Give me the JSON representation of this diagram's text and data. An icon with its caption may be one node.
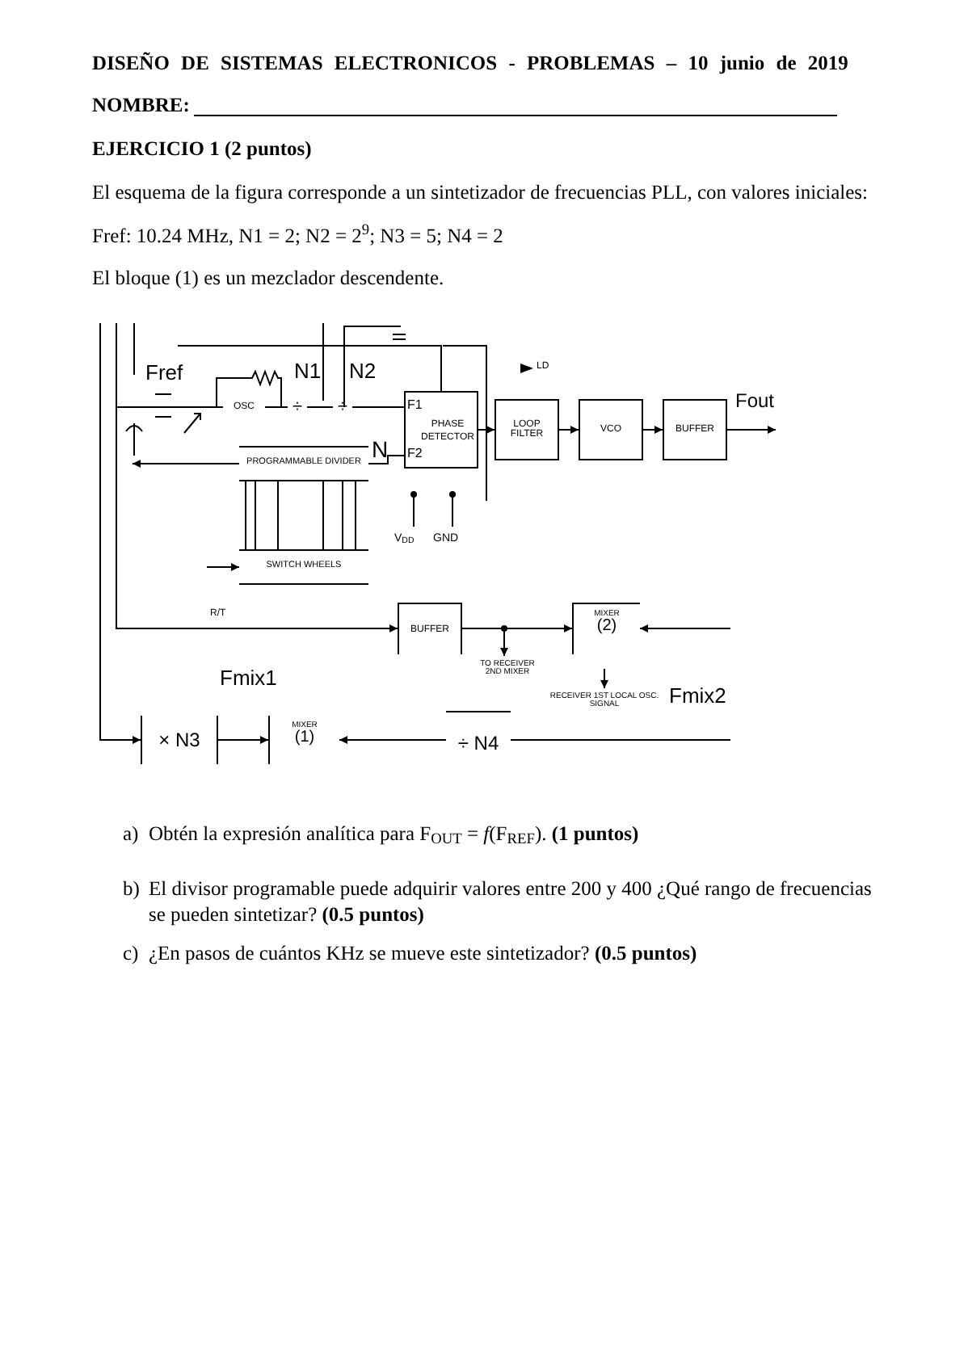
{
  "diagram": {
    "title": "DISEÑO DE SISTEMAS ELECTRONICOS - PROBLEMAS – 10 junio de 2019",
    "nodes": [
      {
        "text": [
          "OSC"
        ]
      },
      {
        "text": [
          "÷"
        ],
        "beside": [
          "N1"
        ]
      },
      {
        "text": [
          "÷"
        ],
        "beside": [
          "N2"
        ]
      },
      {
        "text": [
          "F1",
          "PHASE DETECTOR",
          "F2"
        ]
      },
      {
        "text": [
          "LOOP FILTER"
        ]
      },
      {
        "text": [
          "VCO"
        ]
      },
      {
        "text": [
          "BUFFER"
        ],
        "beside": [
          "Fout"
        ]
      },
      {
        "text": [
          "PROGRAMMABLE DIVIDER"
        ],
        "beside": [
          "N"
        ]
      },
      {
        "text": [
          "SWITCH WHEELS"
        ]
      },
      {
        "text": [
          "BUFFER"
        ]
      },
      {
        "text": [
          "MIXER",
          "(2)"
        ]
      },
      {
        "text": [
          "TO RECEIVER 2ND MIXER"
        ]
      },
      {
        "text": [
          "RECEIVER 1ST LOCAL OSC. SIGNAL"
        ]
      },
      {
        "text": [
          "× N3"
        ]
      },
      {
        "text": [
          "MIXER",
          "(1)"
        ]
      },
      {
        "text": [
          "÷ N4"
        ]
      }
    ],
    "edges": [
      {
        "from": 0,
        "to": 1,
        "arrow": "none"
      },
      {
        "from": 1,
        "to": 2,
        "arrow": "none"
      },
      {
        "from": 2,
        "to": 3,
        "arrow": "none"
      },
      {
        "from": 3,
        "to": 4,
        "arrow": "to"
      },
      {
        "from": 4,
        "to": 5,
        "arrow": "to"
      },
      {
        "from": 5,
        "to": 6,
        "arrow": "to"
      },
      {
        "from": 6,
        "to": null,
        "arrow": "to"
      },
      {
        "from": 7,
        "to": 3,
        "arrow": "none"
      },
      {
        "from": 7,
        "to": null,
        "arrow": "to"
      },
      {
        "from": 8,
        "to": 7,
        "arrow": "none"
      },
      {
        "from": null,
        "to": 8,
        "arrow": "to"
      },
      {
        "from": null,
        "to": 9,
        "arrow": "to",
        "label": "R/T"
      },
      {
        "from": 9,
        "to": 10,
        "arrow": "to"
      },
      {
        "from": 9,
        "to": 11,
        "arrow": "to"
      },
      {
        "from": null,
        "to": 10,
        "arrow": "to"
      },
      {
        "from": null,
        "to": 12,
        "arrow": "to"
      },
      {
        "from": null,
        "to": 13,
        "arrow": "to"
      },
      {
        "from": 13,
        "to": 14,
        "arrow": "to"
      },
      {
        "from": 15,
        "to": 14,
        "arrow": "to"
      },
      {
        "from": null,
        "to": 15,
        "arrow": "none"
      },
      {
        "from": null,
        "to": 0,
        "arrow": "none"
      },
      {
        "from": null,
        "to": 3,
        "arrow": "none"
      }
    ],
    "labels": [
      "NOMBRE:",
      "EJERCICIO 1 (2 puntos)",
      "El esquema de la figura corresponde a un sintetizador de frecuencias PLL, con valores iniciales:",
      "Fref: 10.24 MHz, N1 = 2; N2 = 2$^{9}$; N3 = 5; N4 = 2",
      "El bloque (1) es un mezclador descendente.",
      "Fref",
      "LD",
      "V$_{DD}$",
      "GND",
      "Fmix1",
      "Fmix2",
      "a)",
      "Obtén la expresión analítica para F$_{OUT}$ = *f*(F$_{REF}$). **(1 puntos)**",
      "b)",
      "El divisor programable puede adquirir valores entre 200 y 400 ¿Qué rango de frecuencias se pueden sintetizar? **(0.5 puntos)**",
      "c)",
      "¿En pasos de cuántos KHz se mueve este sintetizador? **(0.5 puntos)**"
    ]
  }
}
